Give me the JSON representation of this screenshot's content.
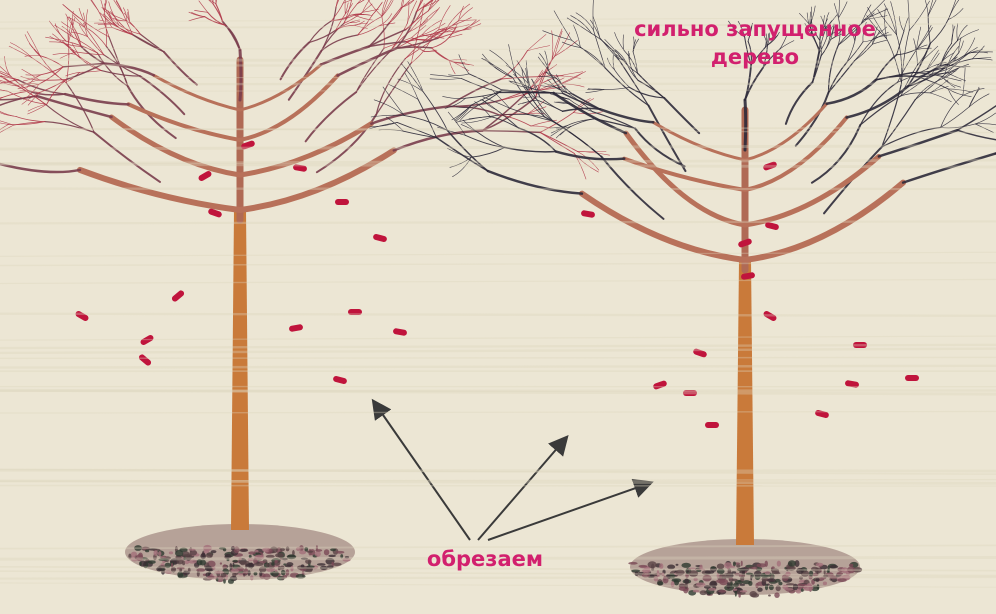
{
  "title": {
    "line1": "сильно запущенное",
    "line2": "дерево"
  },
  "annotation": {
    "label": "обрезаем"
  },
  "colors": {
    "background": "#ece6d4",
    "caption": "#d2206e",
    "trunk": "#c97a3a",
    "branch_dark": "#2e2a3a",
    "branch_red": "#b03a4a",
    "cut_mark": "#c0143c",
    "arrow": "#3a3a3a",
    "soil": "#6a4a4a"
  },
  "icons": [
    "young-tree-icon",
    "neglected-tree-icon",
    "pruning-arrow-icon",
    "cut-mark-icon"
  ]
}
